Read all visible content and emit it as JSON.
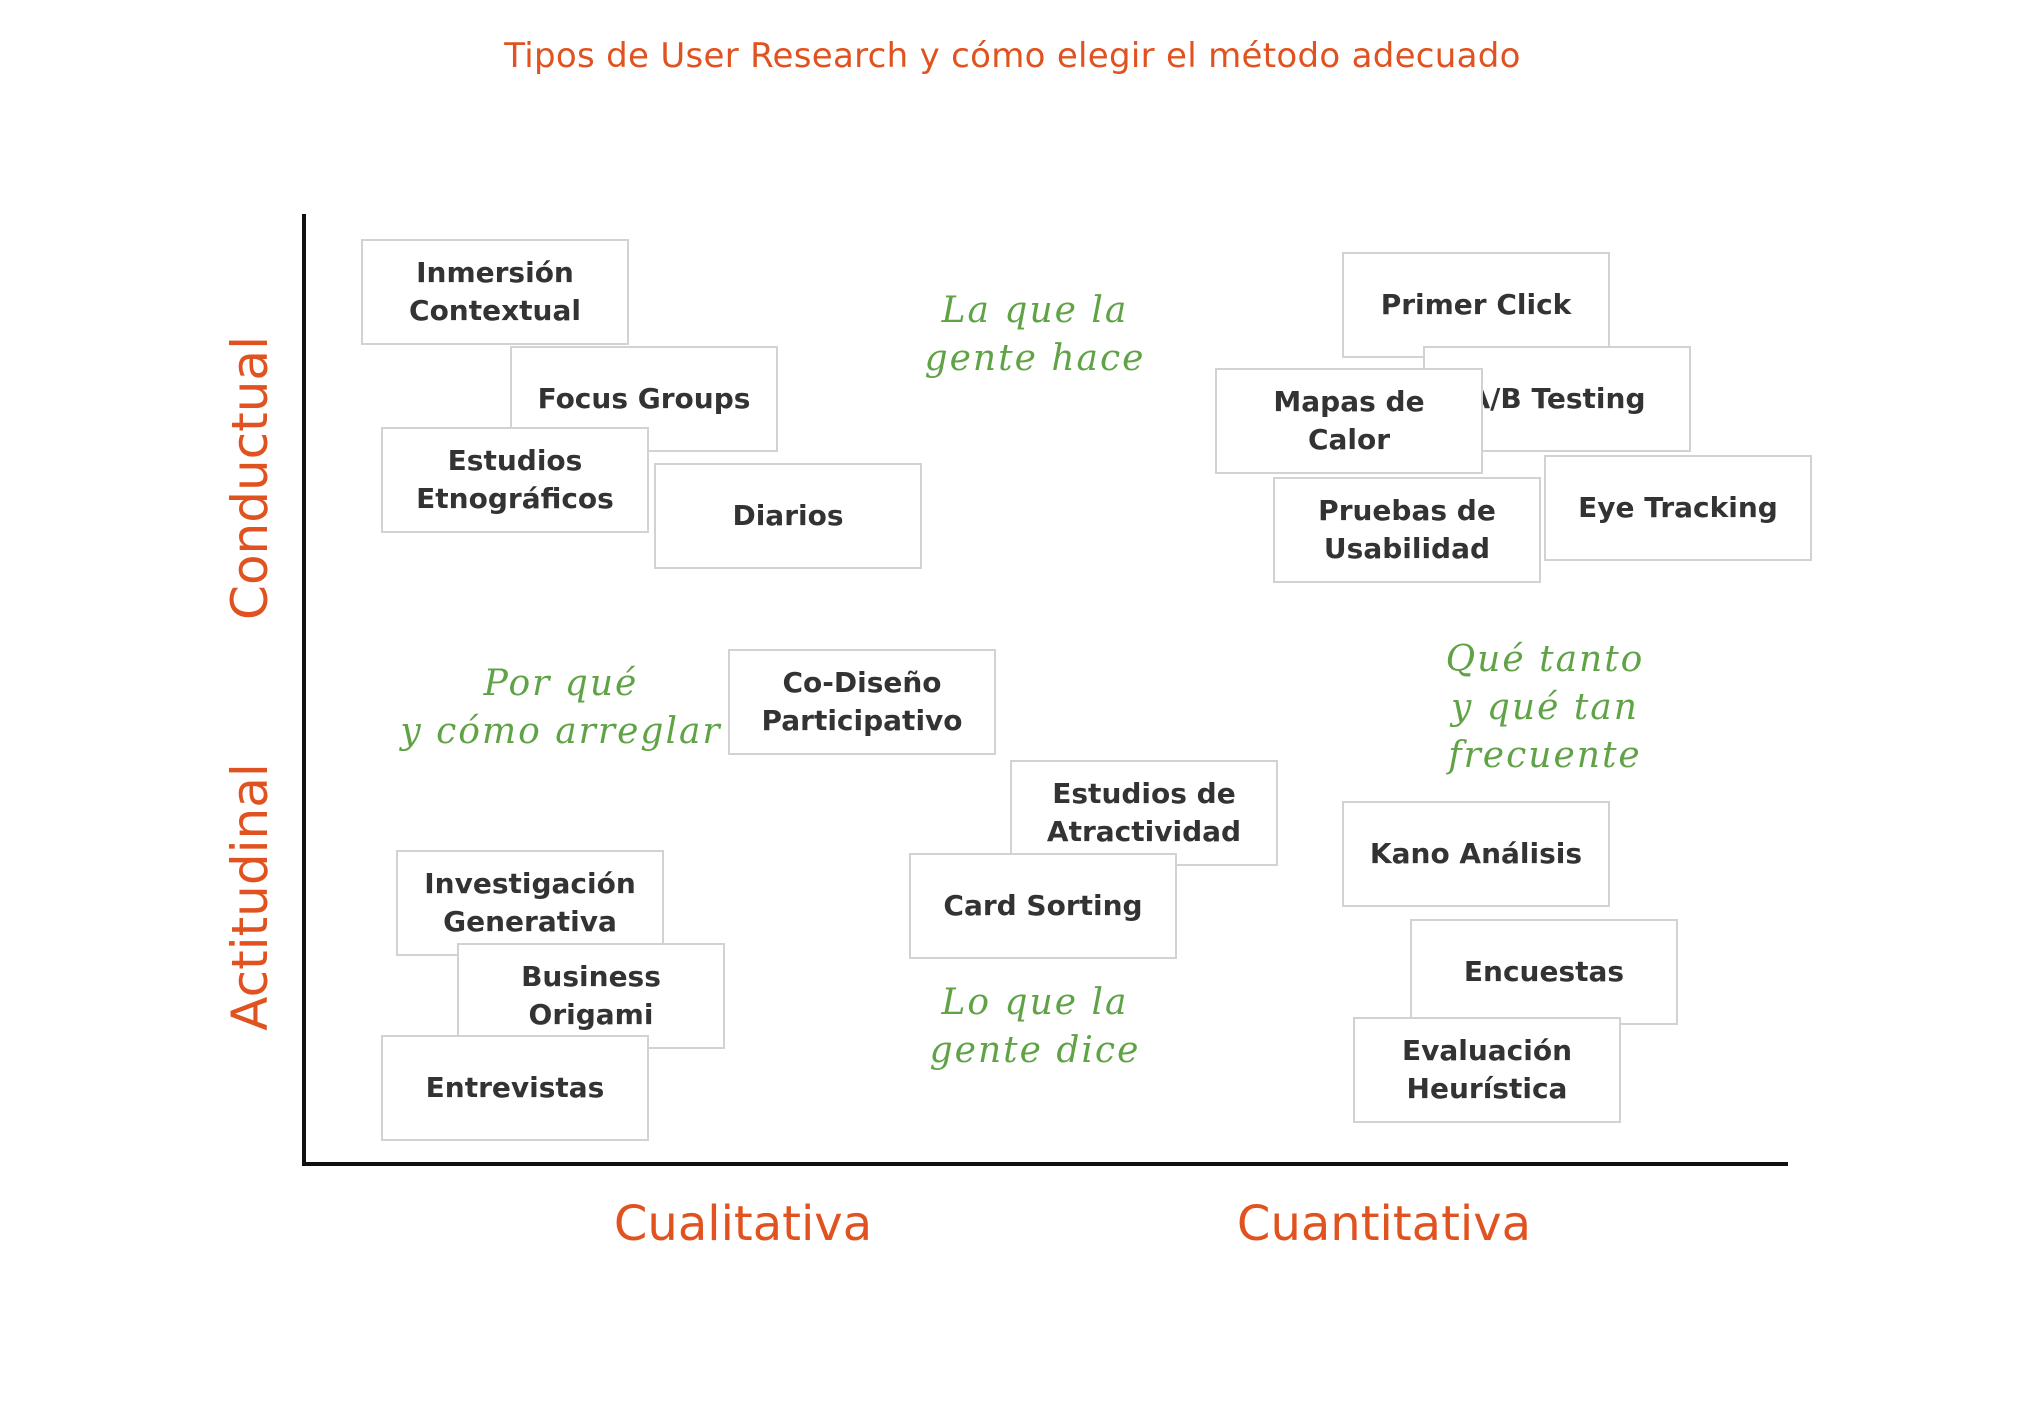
{
  "title": "Tipos de User Research y cómo elegir el método adecuado",
  "axes": {
    "y_top": "Conductual",
    "y_bottom": "Actitudinal",
    "x_left": "Cualitativa",
    "x_right": "Cuantitativa"
  },
  "methods": [
    {
      "key": "inmersion-contextual",
      "label": "Inmersión\nContextual"
    },
    {
      "key": "focus-groups",
      "label": "Focus Groups"
    },
    {
      "key": "estudios-etnograficos",
      "label": "Estudios\nEtnográficos"
    },
    {
      "key": "diarios",
      "label": "Diarios"
    },
    {
      "key": "primer-click",
      "label": "Primer Click"
    },
    {
      "key": "ab-testing",
      "label": "A/B Testing"
    },
    {
      "key": "mapas-de-calor",
      "label": "Mapas de\nCalor"
    },
    {
      "key": "eye-tracking",
      "label": "Eye Tracking"
    },
    {
      "key": "pruebas-de-usabilidad",
      "label": "Pruebas de\nUsabilidad"
    },
    {
      "key": "co-diseno-participativo",
      "label": "Co-Diseño\nParticipativo"
    },
    {
      "key": "estudios-de-atractividad",
      "label": "Estudios de\nAtractividad"
    },
    {
      "key": "card-sorting",
      "label": "Card Sorting"
    },
    {
      "key": "investigacion-generativa",
      "label": "Investigación\nGenerativa"
    },
    {
      "key": "business-origami",
      "label": "Business\nOrigami"
    },
    {
      "key": "entrevistas",
      "label": "Entrevistas"
    },
    {
      "key": "kano-analisis",
      "label": "Kano Análisis"
    },
    {
      "key": "encuestas",
      "label": "Encuestas"
    },
    {
      "key": "evaluacion-heuristica",
      "label": "Evaluación\nHeurística"
    }
  ],
  "notes": [
    {
      "key": "la-que-la-gente-hace",
      "text": "La que la\ngente hace"
    },
    {
      "key": "por-que-y-como-arreglar",
      "text": "Por qué\ny cómo arreglar"
    },
    {
      "key": "que-tanto-y-que-tan-frecuente",
      "text": "Qué tanto\ny qué tan\nfrecuente"
    },
    {
      "key": "lo-que-la-gente-dice",
      "text": "Lo que la\ngente dice"
    }
  ]
}
